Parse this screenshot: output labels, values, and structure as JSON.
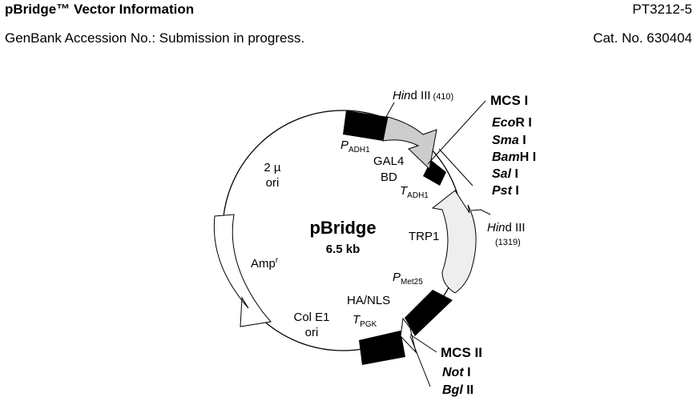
{
  "header": {
    "title": "pBridge™ Vector Information",
    "product_code": "PT3212-5",
    "genbank": "GenBank Accession No.: Submission in progress.",
    "cat_no": "Cat. No. 630404"
  },
  "plasmid": {
    "name": "pBridge",
    "size": "6.5 kb"
  },
  "features": {
    "p_adh1": {
      "main": "P",
      "sub": "ADH1"
    },
    "gal4": "GAL4",
    "bd": "BD",
    "t_adh1": {
      "main": "T",
      "sub": "ADH1"
    },
    "trp1": "TRP1",
    "p_met25": {
      "main": "P",
      "sub": "Met25"
    },
    "ha_nls": "HA/NLS",
    "t_pgk": {
      "main": "T",
      "sub": "PGK"
    },
    "col_e1": "Col E1",
    "col_e1_ori": "ori",
    "amp": "Amp",
    "amp_sup": "r",
    "two_mu": "2 µ",
    "two_mu_ori": "ori"
  },
  "sites": {
    "hind3_a": {
      "italic": "Hin",
      "rest": "d III",
      "pos": "(410)"
    },
    "hind3_b": {
      "italic": "Hin",
      "rest": "d III",
      "pos": "(1319)"
    }
  },
  "mcs1": {
    "label": "MCS I",
    "enzymes": [
      {
        "italic": "Eco",
        "rest": "R I"
      },
      {
        "italic": "Sma",
        "rest": " I"
      },
      {
        "italic": "Bam",
        "rest": "H I"
      },
      {
        "italic": "Sal",
        "rest": " I"
      },
      {
        "italic": "Pst",
        "rest": " I"
      }
    ]
  },
  "mcs2": {
    "label": "MCS II",
    "enzymes": [
      {
        "italic": "Not",
        "rest": " I"
      },
      {
        "italic": "Bgl",
        "rest": " II"
      }
    ]
  }
}
